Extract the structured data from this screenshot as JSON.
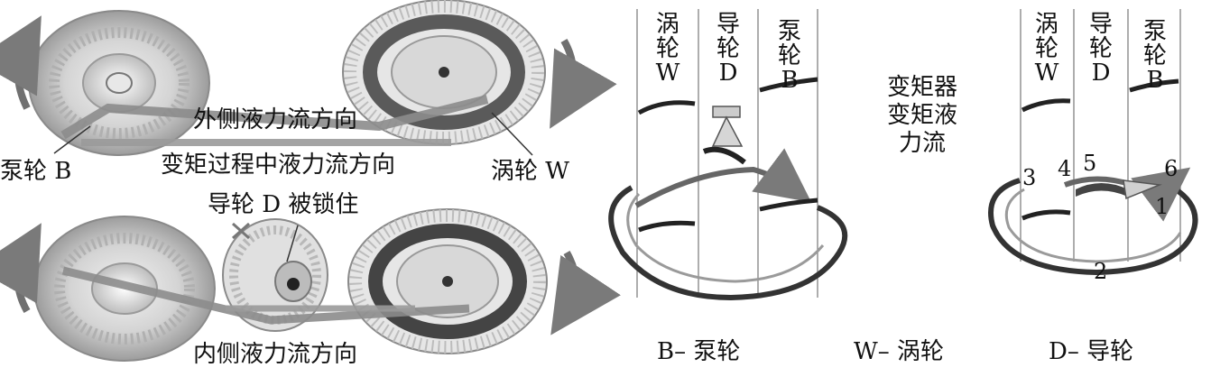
{
  "left": {
    "pump_label": "泵轮 B",
    "turbine_label": "涡轮 W",
    "outer_flow_label": "外侧液力流方向",
    "torque_flow_label": "变矩过程中液力流方向",
    "stator_locked_label": "导轮 D 被锁住",
    "inner_flow_label": "内侧液力流方向"
  },
  "middle": {
    "col_turbine": [
      "涡",
      "轮",
      "W"
    ],
    "col_stator": [
      "导",
      "轮",
      "D"
    ],
    "col_pump": [
      "泵",
      "轮",
      "B"
    ]
  },
  "center_caption": [
    "变矩器",
    "变矩液",
    "力流"
  ],
  "right": {
    "col_turbine": [
      "涡",
      "轮",
      "W"
    ],
    "col_stator": [
      "导",
      "轮",
      "D"
    ],
    "col_pump": [
      "泵",
      "轮",
      "B"
    ],
    "points": [
      "1",
      "2",
      "3",
      "4",
      "5",
      "6"
    ]
  },
  "legend": {
    "pump": "B– 泵轮",
    "turbine": "W– 涡轮",
    "stator": "D– 导轮"
  }
}
